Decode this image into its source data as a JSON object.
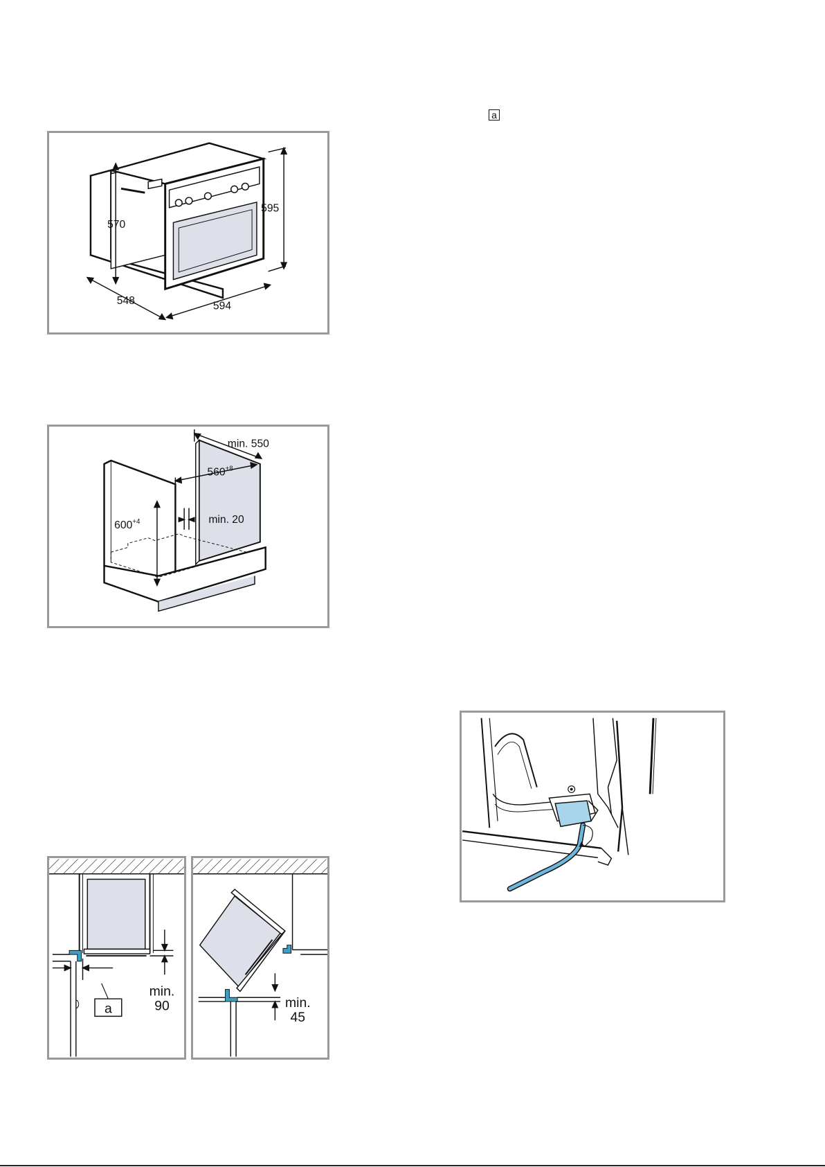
{
  "legend_marker": "a",
  "figure_oven": {
    "height": "595",
    "inner_height": "570",
    "depth": "548",
    "width": "594"
  },
  "figure_cabinet": {
    "depth_min": "min. 550",
    "width_base": "560",
    "width_tol": "+8",
    "height_base": "600",
    "height_tol": "+4",
    "gap_min": "min. 20"
  },
  "figure_clearance_straight": {
    "min_label": "min.",
    "min_value": "90",
    "marker": "a"
  },
  "figure_clearance_corner": {
    "min_label": "min.",
    "min_value": "45"
  },
  "colors": {
    "frame": "#9a9a9a",
    "panel_fill": "#dde0e8",
    "accent_blue": "#3aa0c8",
    "cable_blue": "#6fb6dc"
  }
}
